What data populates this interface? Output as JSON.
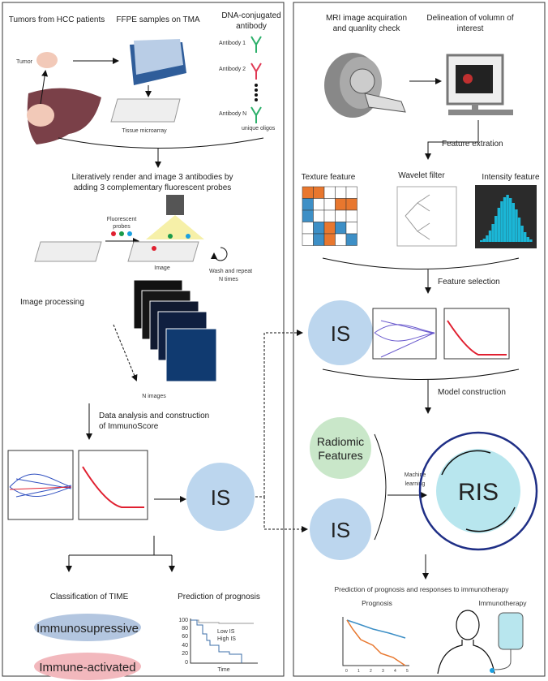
{
  "left_panel": {
    "step1_titles": [
      "Tumors from HCC patients",
      "FFPE samples on TMA"
    ],
    "dna_title": [
      "DNA-conjugated",
      "antibody"
    ],
    "tumor_label": "Tumor",
    "tma_label": "Tissue microarray",
    "antibodies": [
      "Antibody 1",
      "Antibody 2",
      "Antibody N"
    ],
    "oligos_label": "unique oligos",
    "render_text": [
      "Literatively render and image 3 antibodies by",
      "adding 3 complementary fluorescent probes"
    ],
    "probes_label": [
      "Fluorescent",
      "probes"
    ],
    "image_label": "Image",
    "wash_label": [
      "Wash and repeat",
      "N times"
    ],
    "image_processing": "Image processing",
    "n_images": "N images",
    "data_analysis": [
      "Data analysis and construction",
      "of ImmunoScore"
    ],
    "is_label": "IS",
    "classification_title": "Classification of TIME",
    "prognosis_title": "Prediction of prognosis",
    "classes": [
      "Immunosupressive",
      "Immune-activated"
    ],
    "km": {
      "yticks": [
        "100",
        "80",
        "60",
        "40",
        "20",
        "0"
      ],
      "xlabel": "Time",
      "legend": [
        "Low IS",
        "High IS"
      ]
    }
  },
  "right_panel": {
    "mri_title": [
      "MRI image acquiration",
      "and quanlity check"
    ],
    "delineation_title": [
      "Delineation of volumn of",
      "interest"
    ],
    "feature_extraction": "Feature extration",
    "features": [
      "Texture feature",
      "Wavelet filter",
      "Intensity feature"
    ],
    "feature_selection": "Feature selection",
    "is_label": "IS",
    "model_construction": "Model construction",
    "radiomic": [
      "Radiomic",
      "Features"
    ],
    "machine_learning": [
      "Machine",
      "learning"
    ],
    "ris_label": "RIS",
    "prediction_title": "Prediction of prognosis and responses to immunotherapy",
    "prognosis_label": "Prognosis",
    "immunotherapy_label": "Immunotherapy",
    "km_xticks": [
      "0",
      "1",
      "2",
      "3",
      "4",
      "5"
    ]
  },
  "colors": {
    "circle": "#bcd6ee",
    "radiomic": "#c9e7c9",
    "ris": "#b8e6ee",
    "ring": "#1f2f86",
    "blue_ellipse": "#b3c6e0",
    "pink_ellipse": "#f2b8bd",
    "orange": "#e8772e",
    "blue": "#3d8fc6"
  }
}
